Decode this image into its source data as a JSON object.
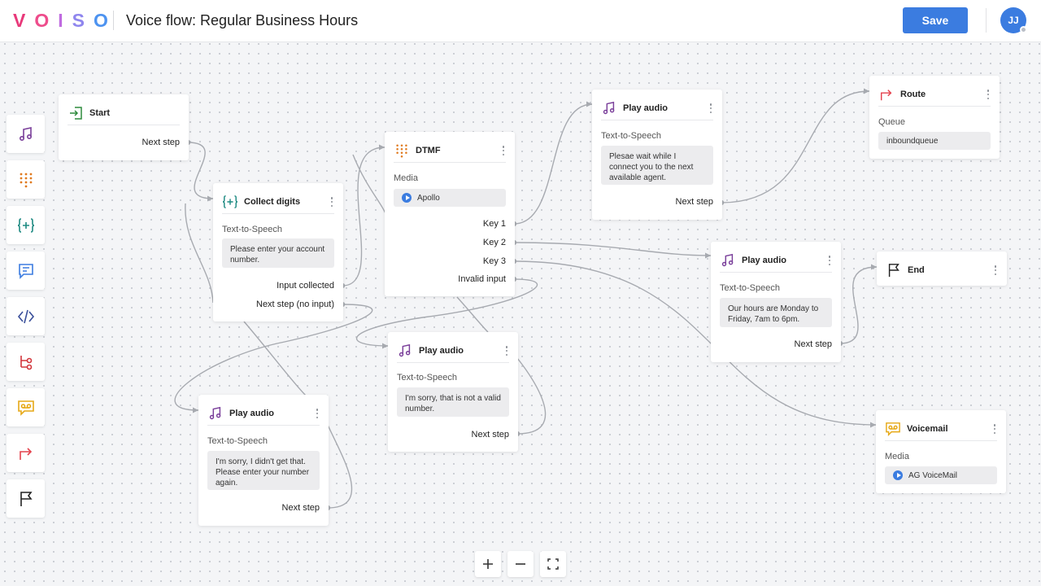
{
  "header": {
    "logo_letters": [
      "V",
      "O",
      "I",
      "S",
      "O"
    ],
    "logo_colors": [
      "#e8397a",
      "#ee4d8c",
      "#c06be0",
      "#8f86ee",
      "#4d93f0"
    ],
    "title": "Voice flow: Regular Business Hours",
    "save_label": "Save",
    "avatar_initials": "JJ"
  },
  "palette": {
    "items": [
      "play-audio",
      "dtmf",
      "collect-digits",
      "message",
      "code",
      "branch",
      "voicemail",
      "route",
      "end"
    ]
  },
  "nodes": {
    "start": {
      "title": "Start",
      "port": "Next step"
    },
    "collect": {
      "title": "Collect digits",
      "label": "Text-to-Speech",
      "text": "Please enter your account number.",
      "port1": "Input collected",
      "port2": "Next step (no input)"
    },
    "dtmf": {
      "title": "DTMF",
      "label": "Media",
      "media": "Apollo",
      "ports": [
        "Key 1",
        "Key 2",
        "Key 3",
        "Invalid input"
      ]
    },
    "play_wait": {
      "title": "Play audio",
      "label": "Text-to-Speech",
      "text": "Plesae wait while I connect you to the next available agent.",
      "port": "Next step"
    },
    "route": {
      "title": "Route",
      "label": "Queue",
      "value": "inboundqueue"
    },
    "play_hours": {
      "title": "Play audio",
      "label": "Text-to-Speech",
      "text": "Our hours are Monday to Friday, 7am to 6pm.",
      "port": "Next step"
    },
    "end": {
      "title": "End"
    },
    "play_invalid": {
      "title": "Play audio",
      "label": "Text-to-Speech",
      "text": "I'm sorry, that is not a valid number.",
      "port": "Next step"
    },
    "play_noinput": {
      "title": "Play audio",
      "label": "Text-to-Speech",
      "text": "I'm sorry, I didn't get that. Please enter your number again.",
      "port": "Next step"
    },
    "voicemail": {
      "title": "Voicemail",
      "label": "Media",
      "media": "AG VoiceMail"
    }
  },
  "zoom": {
    "zoom_in": "plus-icon",
    "zoom_out": "minus-icon",
    "fit": "fit-screen-icon"
  },
  "colors": {
    "accent": "#3b7ce0",
    "edge": "#a7aab0",
    "audio_icon": "#7a3f9a",
    "dtmf_icon": "#e07a1f",
    "collect_icon": "#1d8a82",
    "message_icon": "#3b7ce0",
    "branch_icon": "#d2363c",
    "route_icon": "#e4424d",
    "voicemail_icon": "#e6a816",
    "start_icon": "#2e8b3d"
  }
}
